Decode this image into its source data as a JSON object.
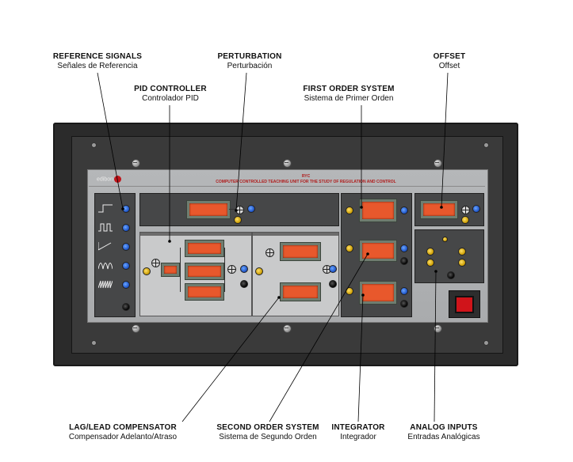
{
  "callouts": {
    "reference_signals": {
      "title": "REFERENCE SIGNALS",
      "subtitle": "Señales de Referencia"
    },
    "perturbation": {
      "title": "PERTURBATION",
      "subtitle": "Perturbación"
    },
    "offset": {
      "title": "OFFSET",
      "subtitle": "Offset"
    },
    "pid_controller": {
      "title": "PID CONTROLLER",
      "subtitle": "Controlador PID"
    },
    "first_order_system": {
      "title": "FIRST ORDER SYSTEM",
      "subtitle": "Sistema de Primer Orden"
    },
    "lag_lead_compensator": {
      "title": "LAG/LEAD COMPENSATOR",
      "subtitle": "Compensador Adelanto/Atraso"
    },
    "second_order_system": {
      "title": "SECOND ORDER SYSTEM",
      "subtitle": "Sistema de Segundo Orden"
    },
    "integrator": {
      "title": "INTEGRATOR",
      "subtitle": "Integrador"
    },
    "analog_inputs": {
      "title": "ANALOG INPUTS",
      "subtitle": "Entradas Analógicas"
    }
  },
  "panel": {
    "brand": "edibon",
    "model": "RYC",
    "title": "COMPUTER CONTROLLED TEACHING UNIT FOR THE STUDY OF REGULATION AND CONTROL"
  },
  "colors": {
    "frame": "#2b2b2b",
    "panel": "#b0b2b4",
    "display": "#e8582c",
    "jack_blue": "#1a4fc2",
    "jack_yellow": "#e0b000",
    "switch_red": "#d0141a",
    "title_red": "#b01a1a"
  }
}
